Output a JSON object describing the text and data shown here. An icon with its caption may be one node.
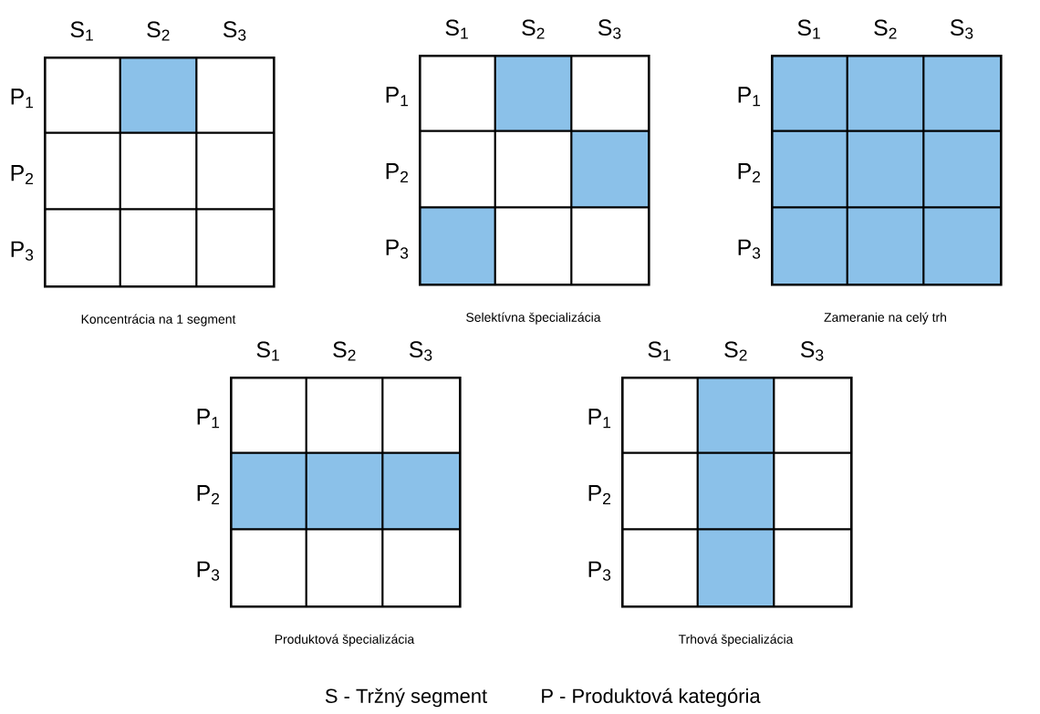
{
  "diagram": {
    "nodes": [
      {
        "text": [],
        "shape": "box",
        "beside": [
          "S$_{1}$",
          "S$_{2}$",
          "S$_{3}$",
          "P$_{1}$",
          "P$_{2}$",
          "P$_{3}$",
          "Koncentrácia na 1 segment"
        ]
      },
      {
        "text": [],
        "shape": "box",
        "beside": [
          "S$_{1}$",
          "S$_{2}$",
          "S$_{3}$",
          "P$_{1}$",
          "P$_{2}$",
          "P$_{3}$",
          "Selektívna špecializácia"
        ]
      },
      {
        "text": [],
        "shape": "box",
        "beside": [
          "S$_{1}$",
          "S$_{2}$",
          "S$_{3}$",
          "P$_{1}$",
          "P$_{2}$",
          "P$_{3}$",
          "Zameranie na celý trh"
        ]
      },
      {
        "text": [],
        "shape": "box",
        "beside": [
          "S$_{1}$",
          "S$_{2}$",
          "S$_{3}$",
          "P$_{1}$",
          "P$_{2}$",
          "P$_{3}$",
          "Produktová špecializácia"
        ]
      },
      {
        "text": [],
        "shape": "box",
        "beside": [
          "S$_{1}$",
          "S$_{2}$",
          "S$_{3}$",
          "P$_{1}$",
          "P$_{2}$",
          "P$_{3}$",
          "Trhová špecializácia"
        ]
      }
    ],
    "labels": [
      "S - Tržný segment",
      "P - Produktová kategória"
    ]
  }
}
